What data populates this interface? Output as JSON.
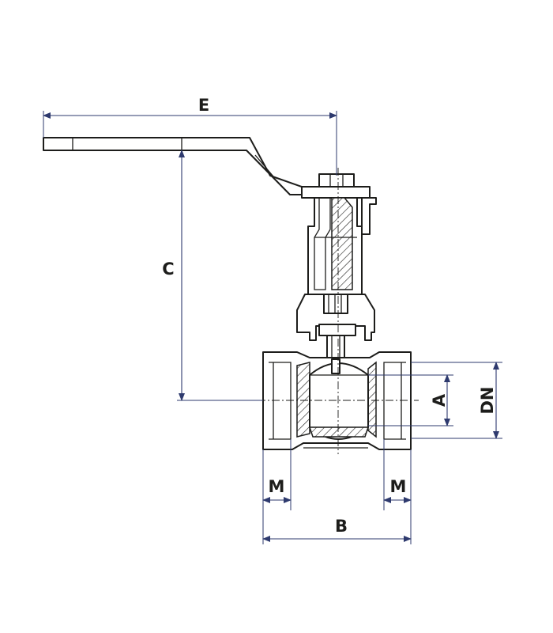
{
  "figure": {
    "dimension_labels": {
      "E": "E",
      "C": "C",
      "A": "A",
      "DN": "DN",
      "M_left": "M",
      "M_right": "M",
      "B": "B"
    },
    "colors": {
      "outline": "#1d1d1b",
      "dimension_line": "#2e3a6e",
      "background": "#ffffff"
    }
  }
}
